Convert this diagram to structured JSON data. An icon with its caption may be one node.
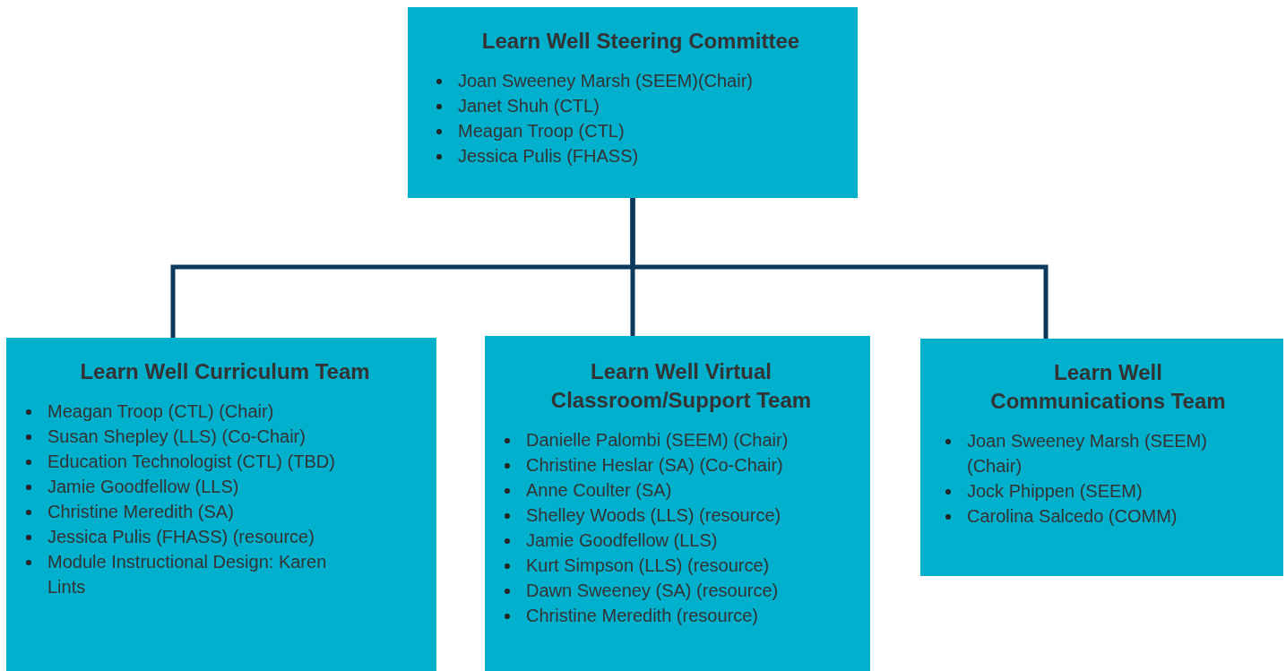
{
  "diagram": {
    "nodes": [
      {
        "text": [
          "Learn Well Steering Committee",
          "Joan Sweeney Marsh (SEEM)(Chair)",
          "Janet Shuh (CTL)",
          "Meagan Troop (CTL)",
          "Jessica Pulis (FHASS)"
        ]
      },
      {
        "text": [
          "Learn Well Curriculum Team",
          "Meagan Troop (CTL) (Chair)",
          "Susan Shepley (LLS) (Co-Chair)",
          "Education Technologist (CTL) (TBD)",
          "Jamie Goodfellow (LLS)",
          "Christine Meredith (SA)",
          "Jessica Pulis (FHASS) (resource)",
          "Module Instructional Design: Karen Lints"
        ]
      },
      {
        "text": [
          "Learn Well Virtual Classroom/Support Team",
          "Danielle Palombi (SEEM) (Chair)",
          "Christine Heslar (SA) (Co-Chair)",
          "Anne Coulter (SA)",
          "Shelley Woods (LLS) (resource)",
          "Jamie Goodfellow (LLS)",
          "Kurt Simpson (LLS) (resource)",
          "Dawn Sweeney (SA) (resource)",
          "Christine Meredith (resource)"
        ]
      },
      {
        "text": [
          "Learn Well Communications Team",
          "Joan Sweeney Marsh (SEEM) (Chair)",
          "Jock Phippen (SEEM)",
          "Carolina Salcedo (COMM)"
        ]
      }
    ],
    "edges": [
      {
        "from": 0,
        "to": 1,
        "arrow": "none"
      },
      {
        "from": 0,
        "to": 2,
        "arrow": "none"
      },
      {
        "from": 0,
        "to": 3,
        "arrow": "none"
      }
    ]
  }
}
